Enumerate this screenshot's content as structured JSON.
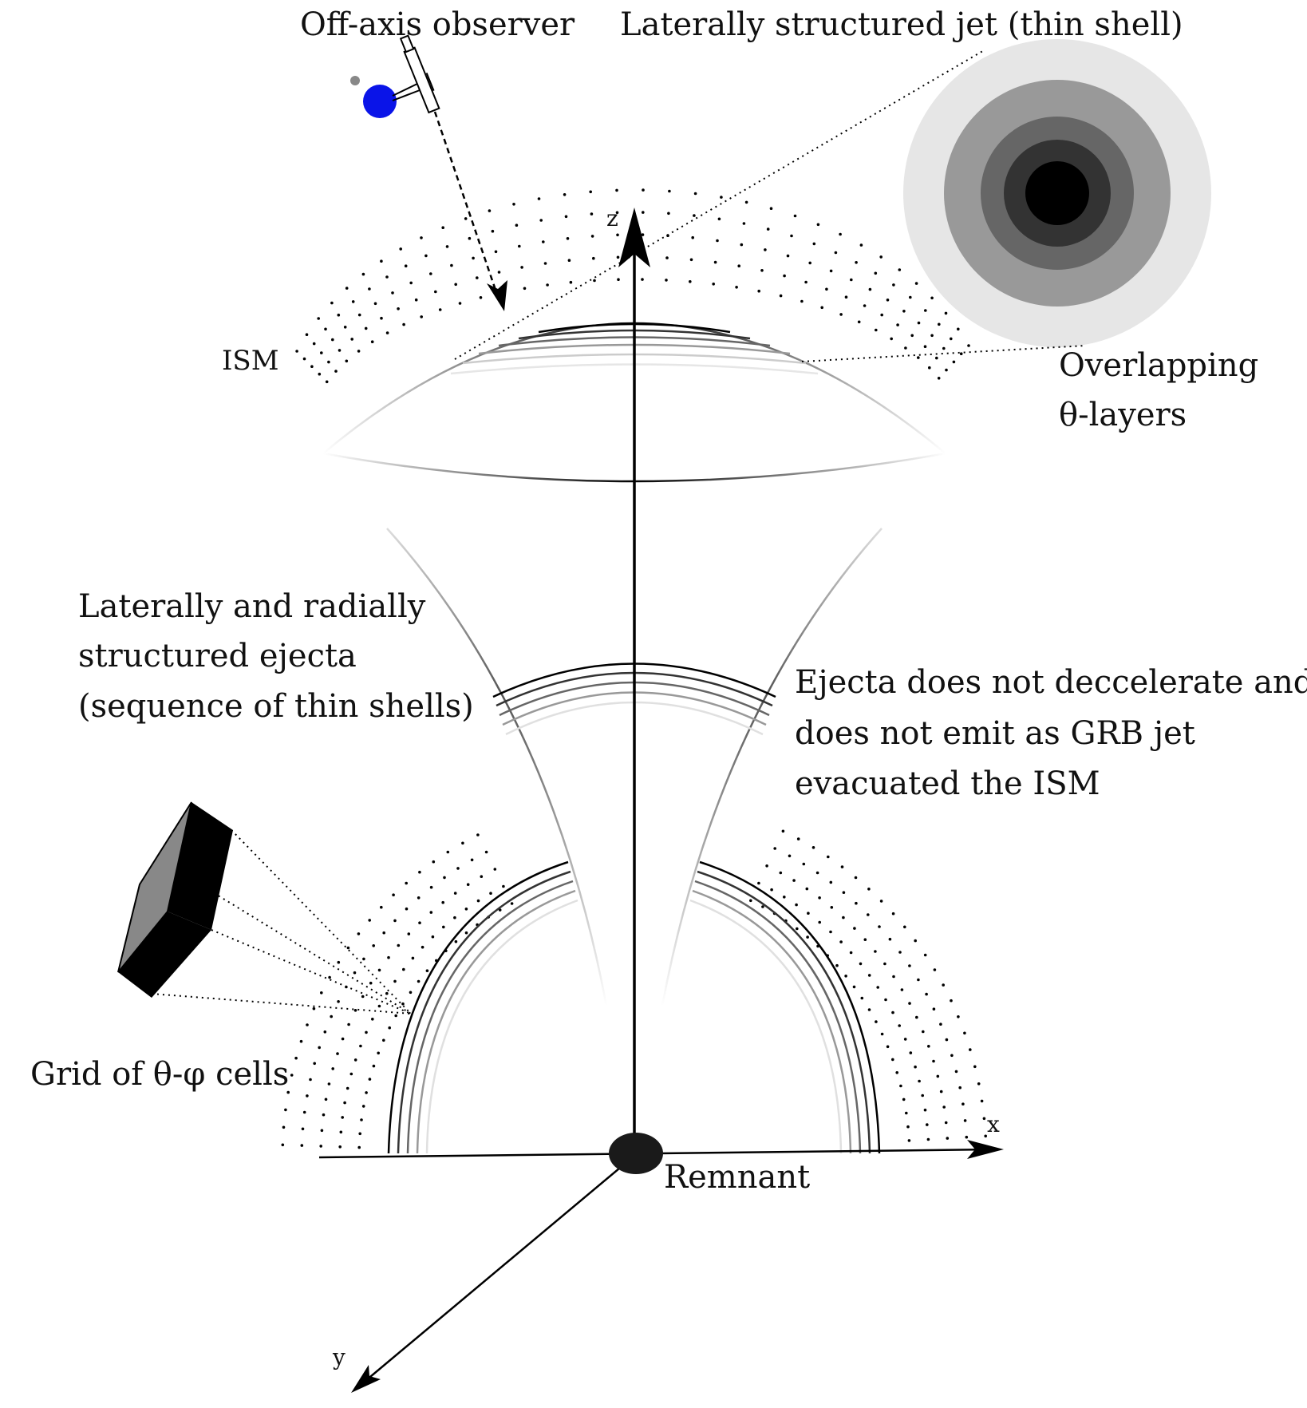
{
  "labels": {
    "observer": "Off-axis observer",
    "jet": "Laterally structured jet (thin shell)",
    "ism": "ISM",
    "overlapping_1": "Overlapping",
    "overlapping_2": "θ-layers",
    "ejecta_1": "Laterally and radially",
    "ejecta_2": "structured ejecta",
    "ejecta_3": "(sequence of thin shells)",
    "no_decel_1": "Ejecta does not deccelerate and",
    "no_decel_2": "does not emit as GRB jet",
    "no_decel_3": "evacuated the ISM",
    "grid": "Grid of θ-φ cells",
    "remnant": "Remnant",
    "axis_z": "z",
    "axis_x": "x",
    "axis_y": "y"
  },
  "colors": {
    "observer_body": "#0a14e8",
    "ring_grays": [
      "#e6e6e6",
      "#999999",
      "#666666",
      "#333333",
      "#000000"
    ],
    "cell_top": "#888888",
    "cell_side": "#000000",
    "remnant": "#1a1a1a"
  }
}
